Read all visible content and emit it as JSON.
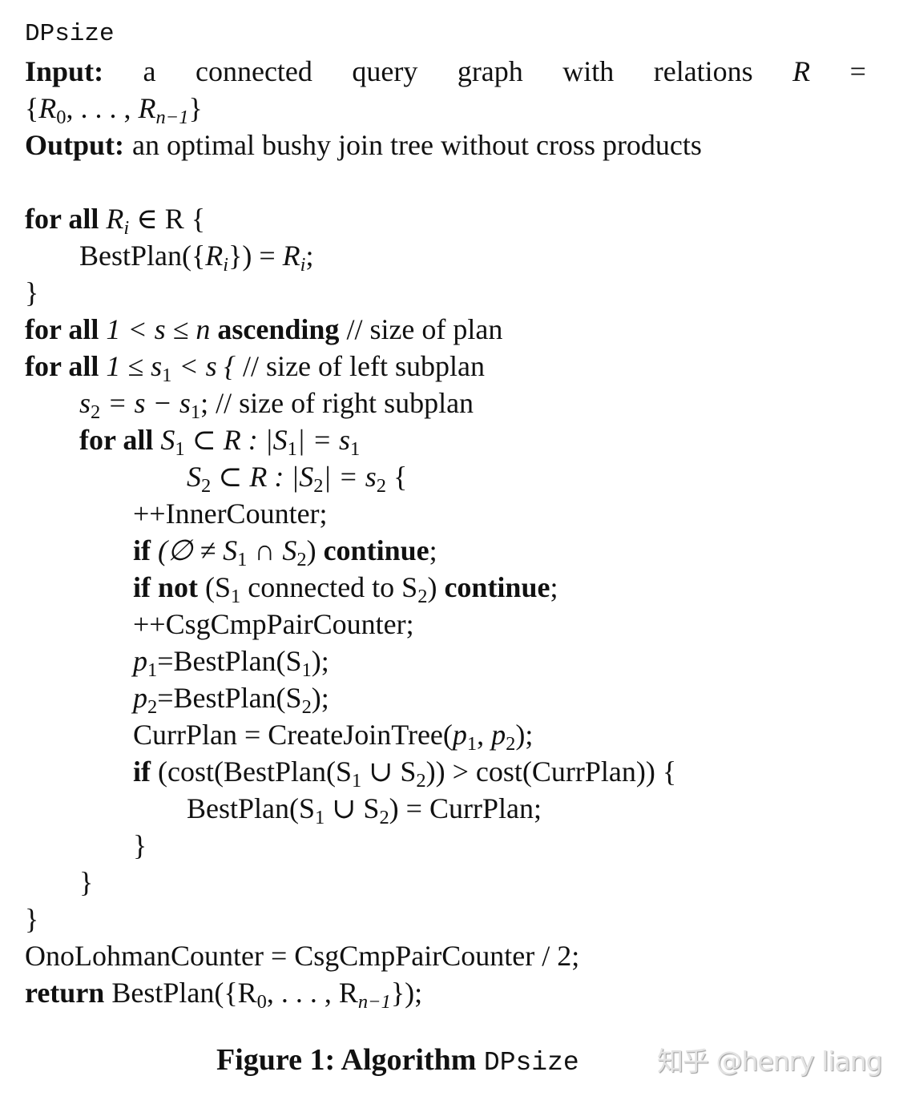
{
  "algorithm": {
    "name": "DPsize",
    "input_label": "Input:",
    "input_words": [
      "a",
      "connected",
      "query",
      "graph",
      "with",
      "relations",
      "R",
      "="
    ],
    "input_line2": {
      "open": "{",
      "r": "R",
      "sub0": "0",
      "dots": ", . . . , ",
      "sub_last": "n−1",
      "close": "}"
    },
    "output_label": "Output:",
    "output_text": "an optimal bushy join tree without cross products",
    "lines": {
      "l1": {
        "kw": "for all",
        "math": "R",
        "sub": "i",
        "rest": " ∈ R {"
      },
      "l2": {
        "text": "BestPlan({",
        "r": "R",
        "sub": "i",
        "mid": "}) = ",
        "r2": "R",
        "sub2": "i",
        "end": ";"
      },
      "l3": {
        "text": "}"
      },
      "l4": {
        "kw": "for all",
        "math": "1 < s ≤ n",
        "kw2": "ascending",
        "comment": "// size of plan"
      },
      "l5": {
        "kw": "for all",
        "math_a": "1 ≤ s",
        "sub": "1",
        "math_b": " < s {",
        "comment": "// size of left subplan"
      },
      "l6": {
        "s": "s",
        "sub": "2",
        "mid": " = s − s",
        "sub2": "1",
        "end": ";",
        "comment": "// size of right subplan"
      },
      "l7": {
        "kw": "for all",
        "s": "S",
        "sub": "1",
        "mid": " ⊂ R : |S",
        "sub2": "1",
        "end": "| = s",
        "sub3": "1"
      },
      "l8": {
        "s": "S",
        "sub": "2",
        "mid": " ⊂ R : |S",
        "sub2": "2",
        "end": "| = s",
        "sub3": "2",
        "brace": " {"
      },
      "l9": {
        "text": "++InnerCounter;"
      },
      "l10": {
        "kw": "if",
        "a": "(∅ ≠ S",
        "sub": "1",
        "b": " ∩ S",
        "sub2": "2",
        "c": ")",
        "kw2": "continue",
        "end": ";"
      },
      "l11": {
        "kw": "if not",
        "a": "(S",
        "sub": "1",
        "b": " connected to S",
        "sub2": "2",
        "c": ")",
        "kw2": "continue",
        "end": ";"
      },
      "l12": {
        "text": "++CsgCmpPairCounter;"
      },
      "l13": {
        "p": "p",
        "sub": "1",
        "mid": "=BestPlan(S",
        "sub2": "1",
        "end": ");"
      },
      "l14": {
        "p": "p",
        "sub": "2",
        "mid": "=BestPlan(S",
        "sub2": "2",
        "end": ");"
      },
      "l15": {
        "a": "CurrPlan = CreateJoinTree(",
        "p1": "p",
        "sub": "1",
        "comma": ", ",
        "p2": "p",
        "sub2": "2",
        "end": ");"
      },
      "l16": {
        "kw": "if",
        "a": "(cost(BestPlan(S",
        "sub": "1",
        "b": " ∪ S",
        "sub2": "2",
        "c": ")) > cost(CurrPlan)) {"
      },
      "l17": {
        "a": "BestPlan(S",
        "sub": "1",
        "b": " ∪ S",
        "sub2": "2",
        "c": ") = CurrPlan;"
      },
      "l18": {
        "text": "}"
      },
      "l19": {
        "text": "}"
      },
      "l20": {
        "text": "}"
      },
      "l21": {
        "text": "OnoLohmanCounter = CsgCmpPairCounter / 2;"
      },
      "l22": {
        "kw": "return",
        "a": "BestPlan({R",
        "sub": "0",
        "dots": ", . . . , R",
        "sub2": "n−1",
        "end": "});"
      }
    }
  },
  "caption": {
    "label": "Figure 1:",
    "text": "Algorithm",
    "name": "DPsize"
  },
  "watermark": "知乎 @henry liang"
}
